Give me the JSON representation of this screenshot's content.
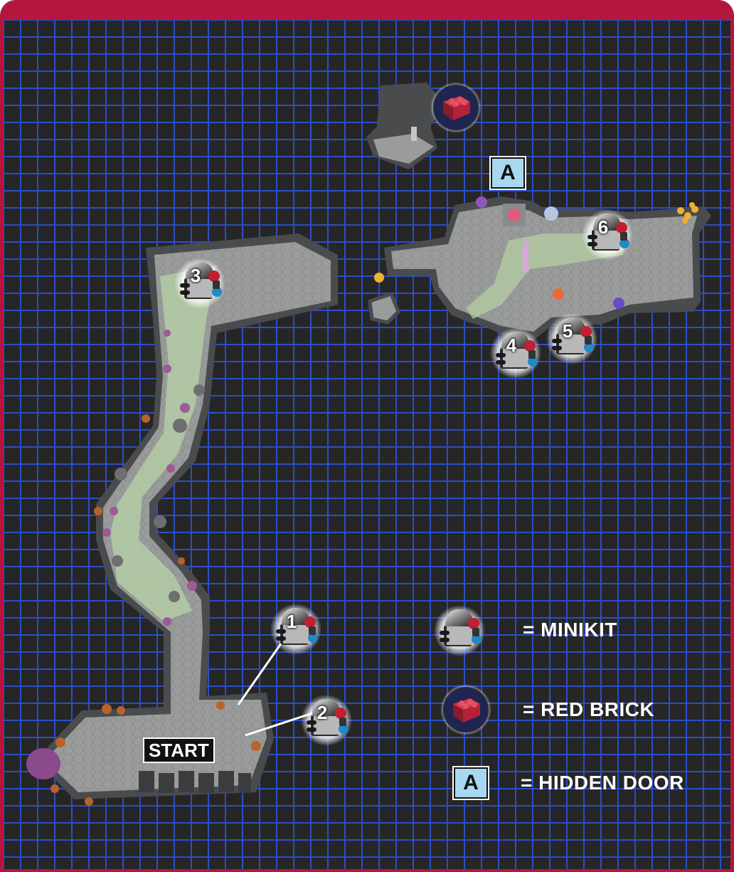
{
  "map": {
    "colors": {
      "frame": "#b3173f",
      "background": "#262626",
      "grid": "#2b4ec9",
      "floor": "#9a9c9b",
      "moss": "#b7d3a5",
      "wall": "#4a4b4c"
    },
    "start_label": "START",
    "hidden_door_letter": "A",
    "minikits": [
      {
        "number": "1"
      },
      {
        "number": "2"
      },
      {
        "number": "3"
      },
      {
        "number": "4"
      },
      {
        "number": "5"
      },
      {
        "number": "6"
      }
    ],
    "red_brick_icon": "red-brick-icon"
  },
  "legend": {
    "minikit_label": "= MINIKIT",
    "red_brick_label": "= RED BRICK",
    "hidden_door_label": "= HIDDEN DOOR",
    "hidden_door_letter": "A"
  }
}
